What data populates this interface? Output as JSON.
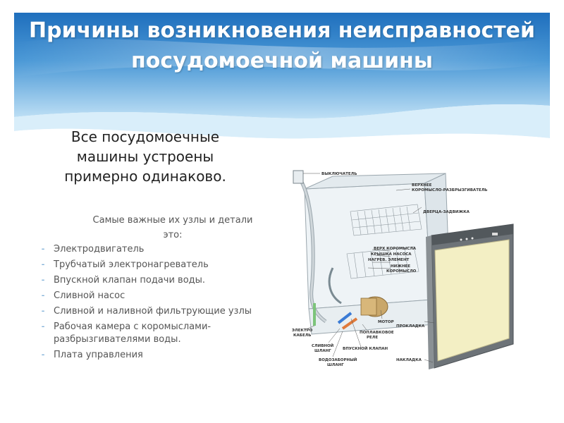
{
  "slide": {
    "title": "Причины возникновения неисправностей посудомоечной машины",
    "lead": "Все посудомоечные машины устроены примерно одинаково.",
    "subheading": "Самые важные их узлы и детали это:",
    "items": [
      "Электродвигатель",
      "Трубчатый электронагреватель",
      "Впускной клапан подачи воды.",
      "Сливной насос",
      "Сливной и наливной фильтрующие узлы",
      "Рабочая камера с коромыслами-разбрызгивателями воды.",
      "Плата управления"
    ]
  },
  "diagram": {
    "labels": {
      "switch": "ВЫКЛЮЧАТЕЛЬ",
      "upper_arm_1": "ВЕРХНЕЕ",
      "upper_arm_2": "КОРОМЫСЛО-РАЗБРЫЗГИВАТЕЛЬ",
      "door_latch": "ДВЕРЦА-ЗАДВИЖКА",
      "arm_top": "ВЕРХ КОРОМЫСЛА",
      "pump_cover": "КРЫШКА НАСОСА",
      "heater": "НАГРЕВ. ЭЛЕМЕНТ",
      "lower_arm_1": "НИЖНЕЕ",
      "lower_arm_2": "КОРОМЫСЛО",
      "motor": "МОТОР",
      "gasket": "ПРОКЛАДКА",
      "cable_1": "ЭЛЕКТРО",
      "cable_2": "КАБЕЛЬ",
      "drain_hose_1": "СЛИВНОЙ",
      "drain_hose_2": "ШЛАНГ",
      "float_relay_1": "ПОПЛАВКОВОЕ",
      "float_relay_2": "РЕЛЕ",
      "inlet_valve": "ВПУСКНОЙ КЛАПАН",
      "trim": "НАКЛАДКА",
      "supply_hose_1": "ВОДОЗАБОРНЫЙ",
      "supply_hose_2": "ШЛАНГ"
    }
  },
  "colors": {
    "sky_top": "#2f7fc8",
    "sky_light": "#cfe7f7",
    "bullet": "#7fb0d8",
    "door_panel": "#f3efc4"
  }
}
